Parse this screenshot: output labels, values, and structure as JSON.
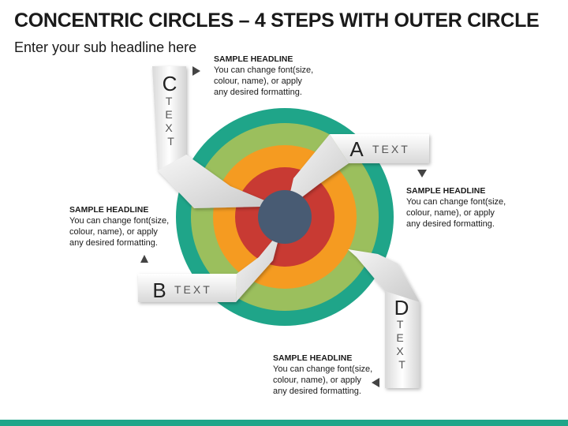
{
  "title": "CONCENTRIC CIRCLES – 4 STEPS WITH OUTER CIRCLE",
  "subtitle": "Enter your sub headline here",
  "colors": {
    "ring_outer": "#1fa589",
    "ring_green": "#9bbf5d",
    "ring_orange": "#f59b21",
    "ring_red": "#c83a33",
    "center": "#485b73",
    "arrow": "#444444",
    "bar": "#1fa589"
  },
  "labels": [
    {
      "letter": "C",
      "text": "TEXT"
    },
    {
      "letter": "A",
      "text": "TEXT"
    },
    {
      "letter": "B",
      "text": "TEXT"
    },
    {
      "letter": "D",
      "text": "TEXT"
    }
  ],
  "text_blocks": [
    {
      "headline": "SAMPLE HEADLINE",
      "lines": [
        "You can change font(size,",
        "colour, name), or apply",
        "any desired formatting."
      ]
    },
    {
      "headline": "SAMPLE HEADLINE",
      "lines": [
        "You can change font(size,",
        "colour, name), or apply",
        "any desired formatting."
      ]
    },
    {
      "headline": "SAMPLE HEADLINE",
      "lines": [
        "You can change font(size,",
        "colour, name), or apply",
        "any desired formatting."
      ]
    },
    {
      "headline": "SAMPLE HEADLINE",
      "lines": [
        "You can change font(size,",
        "colour, name), or apply",
        "any desired formatting."
      ]
    }
  ]
}
